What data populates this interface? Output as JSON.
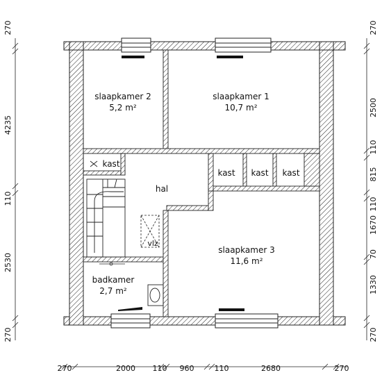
{
  "rooms": {
    "slaapkamer2": {
      "name": "slaapkamer 2",
      "area": "5,2 m²"
    },
    "slaapkamer1": {
      "name": "slaapkamer 1",
      "area": "10,7 m²"
    },
    "slaapkamer3": {
      "name": "slaapkamer 3",
      "area": "11,6 m²"
    },
    "badkamer": {
      "name": "badkamer",
      "area": "2,7 m²"
    },
    "hal": {
      "name": "hal"
    },
    "kast_left": {
      "name": "kast"
    },
    "kast_1": {
      "name": "kast"
    },
    "kast_2": {
      "name": "kast"
    },
    "kast_3": {
      "name": "kast"
    },
    "vlz": {
      "name": "vlz"
    }
  },
  "dimensions": {
    "left": [
      "270",
      "4235",
      "110",
      "2530",
      "270"
    ],
    "right": [
      "270",
      "2500",
      "110",
      "815",
      "110",
      "1670",
      "70",
      "1330",
      "270"
    ],
    "bottom": [
      "270",
      "2000",
      "110",
      "960",
      "110",
      "2680",
      "270"
    ]
  }
}
